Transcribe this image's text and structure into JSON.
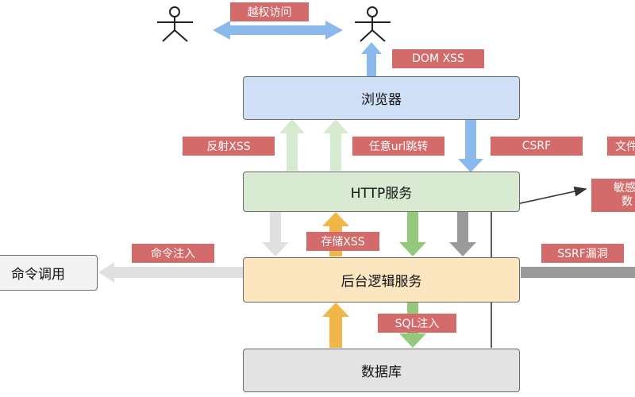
{
  "diagram": {
    "nodes": {
      "browser": "浏览器",
      "http_service": "HTTP服务",
      "backend": "后台逻辑服务",
      "database": "数据库",
      "command_call": "命令调用"
    },
    "labels": {
      "privilege_escalation": "越权访问",
      "dom_xss": "DOM XSS",
      "reflected_xss": "反射XSS",
      "open_redirect": "任意url跳转",
      "csrf": "CSRF",
      "file": "文件",
      "sensitive_data_line1": "敏感",
      "sensitive_data_line2": "数",
      "stored_xss": "存储XSS",
      "command_injection": "命令注入",
      "ssrf": "SSRF漏洞",
      "sql_injection": "SQL注入"
    },
    "colors": {
      "browser_fill": "#cfe0f6",
      "http_fill": "#d8ebd2",
      "backend_fill": "#fbe6c0",
      "database_fill": "#e3e3e3",
      "command_fill": "#f3f3f3",
      "label_fill": "#d46b6b",
      "arrow_blue": "#8bb9ec",
      "arrow_light_green": "#d6ead0",
      "arrow_light_gray": "#e0e0e0",
      "arrow_orange": "#f0b647",
      "arrow_green": "#93c97a",
      "arrow_gray": "#9a9a9a",
      "line_dark": "#333333"
    }
  }
}
